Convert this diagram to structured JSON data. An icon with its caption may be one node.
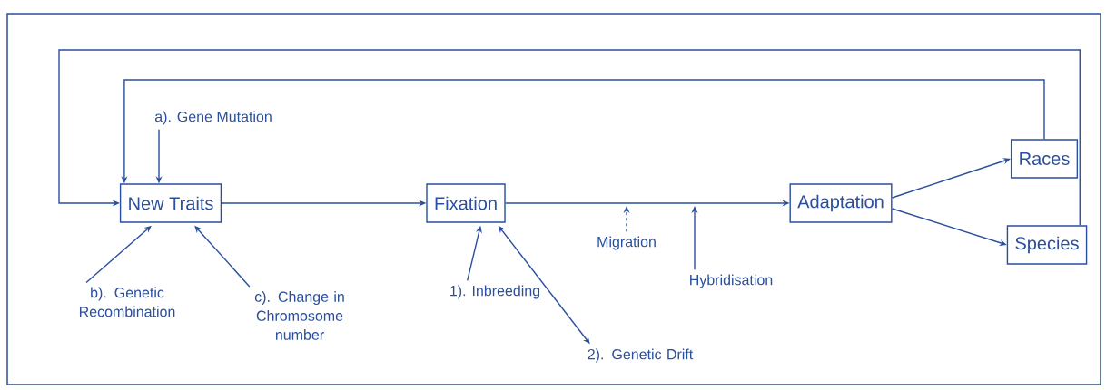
{
  "diagram": {
    "nodes": [
      {
        "text": [
          "New Traits"
        ]
      },
      {
        "text": [
          "Fixation"
        ]
      },
      {
        "text": [
          "Adaptation"
        ]
      },
      {
        "text": [
          "Races"
        ]
      },
      {
        "text": [
          "Species"
        ]
      },
      {
        "text": [
          "a). Gene Mutation"
        ]
      },
      {
        "text": [
          "b). Genetic Recombination"
        ]
      },
      {
        "text": [
          "c). Change in Chromosome number"
        ]
      },
      {
        "text": [
          "1). Inbreeding"
        ]
      },
      {
        "text": [
          "2). Genetic Drift"
        ]
      },
      {
        "text": [
          "Migration"
        ]
      },
      {
        "text": [
          "Hybridisation"
        ]
      }
    ],
    "edges": [
      {
        "from": 0,
        "to": 1,
        "arrow": "to"
      },
      {
        "from": 1,
        "to": 2,
        "arrow": "to"
      },
      {
        "from": 2,
        "to": 3,
        "arrow": "to"
      },
      {
        "from": 2,
        "to": 4,
        "arrow": "to"
      },
      {
        "from": 3,
        "to": 0,
        "arrow": "to"
      },
      {
        "from": 4,
        "to": 0,
        "arrow": "to"
      },
      {
        "from": 5,
        "to": 0,
        "arrow": "to"
      },
      {
        "from": 6,
        "to": 0,
        "arrow": "to"
      },
      {
        "from": 7,
        "to": 0,
        "arrow": "to"
      },
      {
        "from": 8,
        "to": 1,
        "arrow": "to"
      },
      {
        "from": 9,
        "to": 1,
        "arrow": "both"
      },
      {
        "from": 10,
        "to": null,
        "arrow": "to",
        "style": "dashed"
      },
      {
        "from": 11,
        "to": null,
        "arrow": "to"
      }
    ]
  }
}
